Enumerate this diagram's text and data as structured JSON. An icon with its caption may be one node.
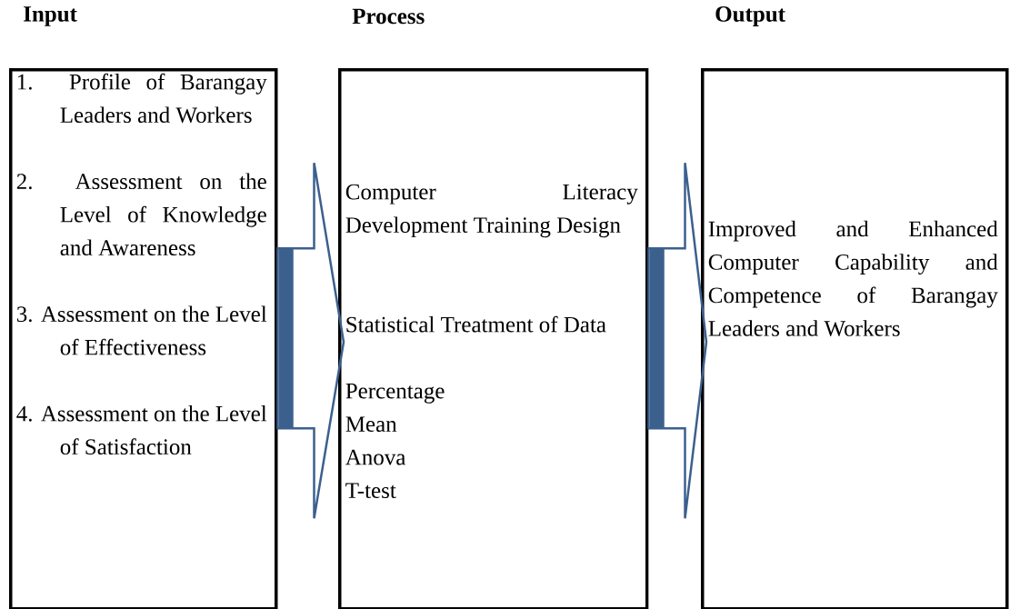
{
  "diagram": {
    "nodes": [
      {
        "text": [
          "Input",
          "1. Profile of Barangay Leaders and Workers",
          "2. Assessment on the Level of Knowledge and Awareness",
          "3. Assessment on the Level of Effectiveness",
          "4. Assessment on the Level of Satisfaction"
        ]
      },
      {
        "text": [
          "Process",
          "Computer Literacy Development Training Design",
          "Statistical Treatment of Data",
          "Percentage",
          "Mean",
          "Anova",
          "T-test"
        ]
      },
      {
        "text": [
          "Output",
          "Improved and Enhanced Computer Capability and Competence of Barangay Leaders and Workers"
        ]
      }
    ],
    "edges": [
      {
        "from": 0,
        "to": 1,
        "arrow": "to"
      },
      {
        "from": 1,
        "to": 2,
        "arrow": "to"
      }
    ]
  }
}
